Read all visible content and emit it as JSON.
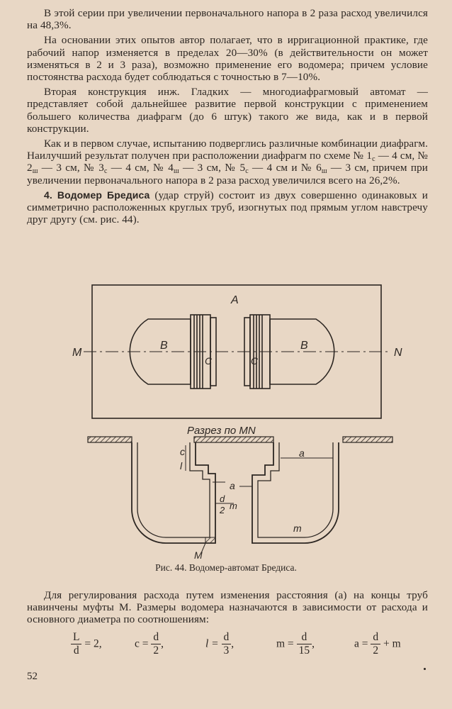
{
  "paragraphs": {
    "p1": "В этой серии при увеличении первоначального напора в 2 раза расход увеличился на 48,3%.",
    "p2": "На основании этих опытов автор полагает, что в ирригационной практике, где рабочий напор изменяется в пределах 20—30% (в действительности он может изменяться в 2 и 3 раза), возможно применение его водомера; причем условие постоянства расхода будет соблюдаться с точностью в 7—10%.",
    "p3": "Вторая конструкция инж. Гладких — многодиафрагмовый автомат — представляет собой дальнейшее развитие первой конструкции с применением большего количества диафрагм (до 6 штук) такого же вида, как и в первой конструкции.",
    "p4": {
      "a": "Как и в первом случае, испытанию подверглись различные комбинации диафрагм. Наилучший результат получен при расположении диафрагм по схеме № 1",
      "s1": "с",
      "b": " — 4 см, № 2",
      "s2": "ш",
      "c": " — 3 см, № 3",
      "s3": "с",
      "d": " — 4 см, № 4",
      "s4": "ш",
      "e": " — 3 см, № 5",
      "s5": "с",
      "f": " — 4 см и № 6",
      "s6": "ш",
      "g": " — 3 см, причем при увеличении первоначального напора в 2 раза расход увеличился всего на 26,2%."
    },
    "p5_bold": "4. Водомер Бредиса",
    "p5_rest": " (удар струй) состоит из двух совершенно одинаковых и симметрично расположенных круглых труб, изогнутых под прямым углом навстречу друг другу (см. рис. 44).",
    "p6": "Для регулирования расхода путем изменения расстояния (a) на концы труб навинчены муфты M. Размеры водомера назначаются в зависимости от расхода и основного диаметра по соотношениям:"
  },
  "figure": {
    "label_A": "A",
    "label_M": "M",
    "label_N": "N",
    "label_B_left": "B",
    "label_B_right": "B",
    "label_C_left": "C",
    "label_C_right": "C",
    "section_title": "Разрез по MN",
    "label_c": "c",
    "label_l": "l",
    "label_a_top": "a",
    "label_a_mid": "a",
    "label_d": "d",
    "label_2": "2",
    "label_m_frac": "m",
    "label_m": "m",
    "label_M_bottom": "M"
  },
  "caption": "Рис. 44. Водомер-автомат Бредиса.",
  "formula": {
    "f1_num": "L",
    "f1_den": "d",
    "f1_rhs": "= 2,",
    "f2_lhs": "c =",
    "f2_num": "d",
    "f2_den": "2",
    "f2_sep": ",",
    "f3_lhs": "l =",
    "f3_num": "d",
    "f3_den": "3",
    "f3_sep": ",",
    "f4_lhs": "m =",
    "f4_num": "d",
    "f4_den": "15",
    "f4_sep": ",",
    "f5_lhs": "a =",
    "f5_num": "d",
    "f5_den": "2",
    "f5_rhs": "+ m"
  },
  "page_number": "52"
}
